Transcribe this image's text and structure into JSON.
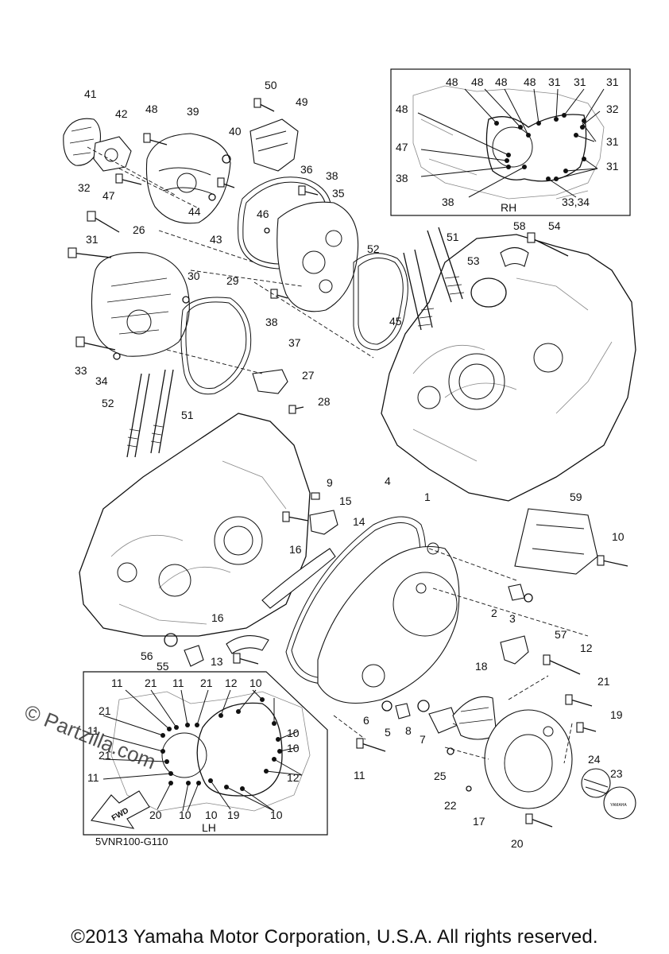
{
  "diagram_code": "5VNR100-G110",
  "copyright": "©2013 Yamaha Motor Corporation, U.S.A. All rights reserved.",
  "watermark": "© Partzilla.com",
  "fwd_label": "FWD",
  "insets": {
    "rh": {
      "label": "RH"
    },
    "lh": {
      "label": "LH"
    }
  },
  "emblem_text": "YAMAHA",
  "callouts": [
    "41",
    "42",
    "48",
    "39",
    "40",
    "50",
    "49",
    "36",
    "38",
    "46",
    "35",
    "32",
    "47",
    "44",
    "43",
    "31",
    "26",
    "30",
    "29",
    "52",
    "51",
    "58",
    "54",
    "53",
    "38",
    "37",
    "45",
    "33",
    "34",
    "27",
    "28",
    "52",
    "51",
    "9",
    "15",
    "4",
    "1",
    "59",
    "10",
    "14",
    "16",
    "2",
    "3",
    "16",
    "57",
    "12",
    "56",
    "55",
    "13",
    "18",
    "21",
    "6",
    "5",
    "8",
    "7",
    "19",
    "11",
    "25",
    "24",
    "23",
    "22",
    "17",
    "20",
    "48",
    "48",
    "48",
    "48",
    "31",
    "31",
    "31",
    "48",
    "32",
    "31",
    "47",
    "31",
    "38",
    "38",
    "33,34",
    "11",
    "21",
    "11",
    "21",
    "12",
    "10",
    "21",
    "10",
    "11",
    "10",
    "21",
    "11",
    "12",
    "20",
    "10",
    "10",
    "19",
    "10"
  ]
}
